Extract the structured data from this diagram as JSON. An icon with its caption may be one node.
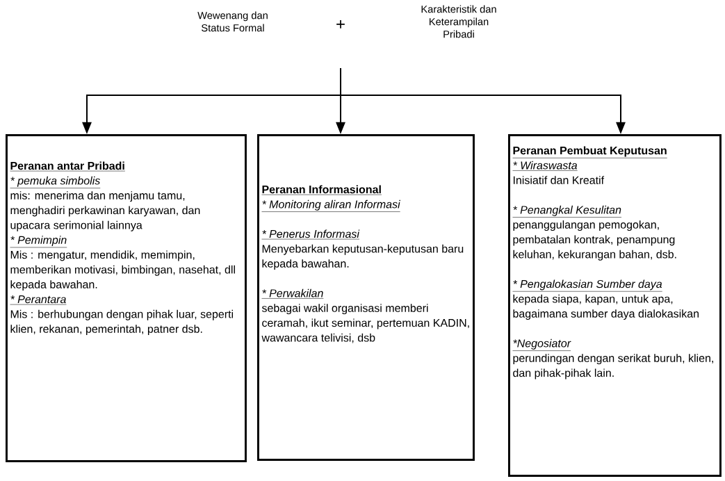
{
  "diagram": {
    "nodes": [
      {
        "text": [
          "Peranan antar Pribadi",
          "* pemuka simbolis",
          "mis: menerima dan menjamu tamu, menghadiri perkawinan karyawan, dan upacara serimonial lainnya",
          "* Pemimpin",
          "Mis : mengatur, mendidik, memimpin, memberikan motivasi, bimbingan, nasehat, dll kepada bawahan.",
          "* Perantara",
          "Mis : berhubungan dengan pihak luar, seperti klien, rekanan, pemerintah, patner dsb."
        ]
      },
      {
        "text": [
          "Peranan Informasional",
          "* Monitoring aliran Informasi",
          "* Penerus Informasi",
          "Menyebarkan keputusan-keputusan baru kepada bawahan.",
          "* Perwakilan",
          "sebagai wakil organisasi memberi ceramah, ikut seminar, pertemuan KADIN, wawancara telivisi, dsb"
        ]
      },
      {
        "text": [
          "Peranan Pembuat Keputusan",
          "* Wiraswasta",
          "Inisiatif dan Kreatif",
          "* Penangkal Kesulitan",
          "penanggulangan pemogokan, pembatalan kontrak, penampung keluhan, kekurangan bahan, dsb.",
          "* Pengalokasian Sumber daya",
          "kepada siapa, kapan, untuk apa, bagaimana sumber daya dialokasikan",
          "*Negosiator",
          "perundingan dengan serikat buruh, klien, dan pihak-pihak lain."
        ]
      }
    ],
    "edges": [
      {
        "from": null,
        "to": 0,
        "arrow": "to"
      },
      {
        "from": null,
        "to": 1,
        "arrow": "to"
      },
      {
        "from": null,
        "to": 2,
        "arrow": "to"
      }
    ],
    "labels": [
      "Wewenang dan Status Formal",
      "+",
      "Karakteristik dan Keterampilan Pribadi"
    ]
  }
}
